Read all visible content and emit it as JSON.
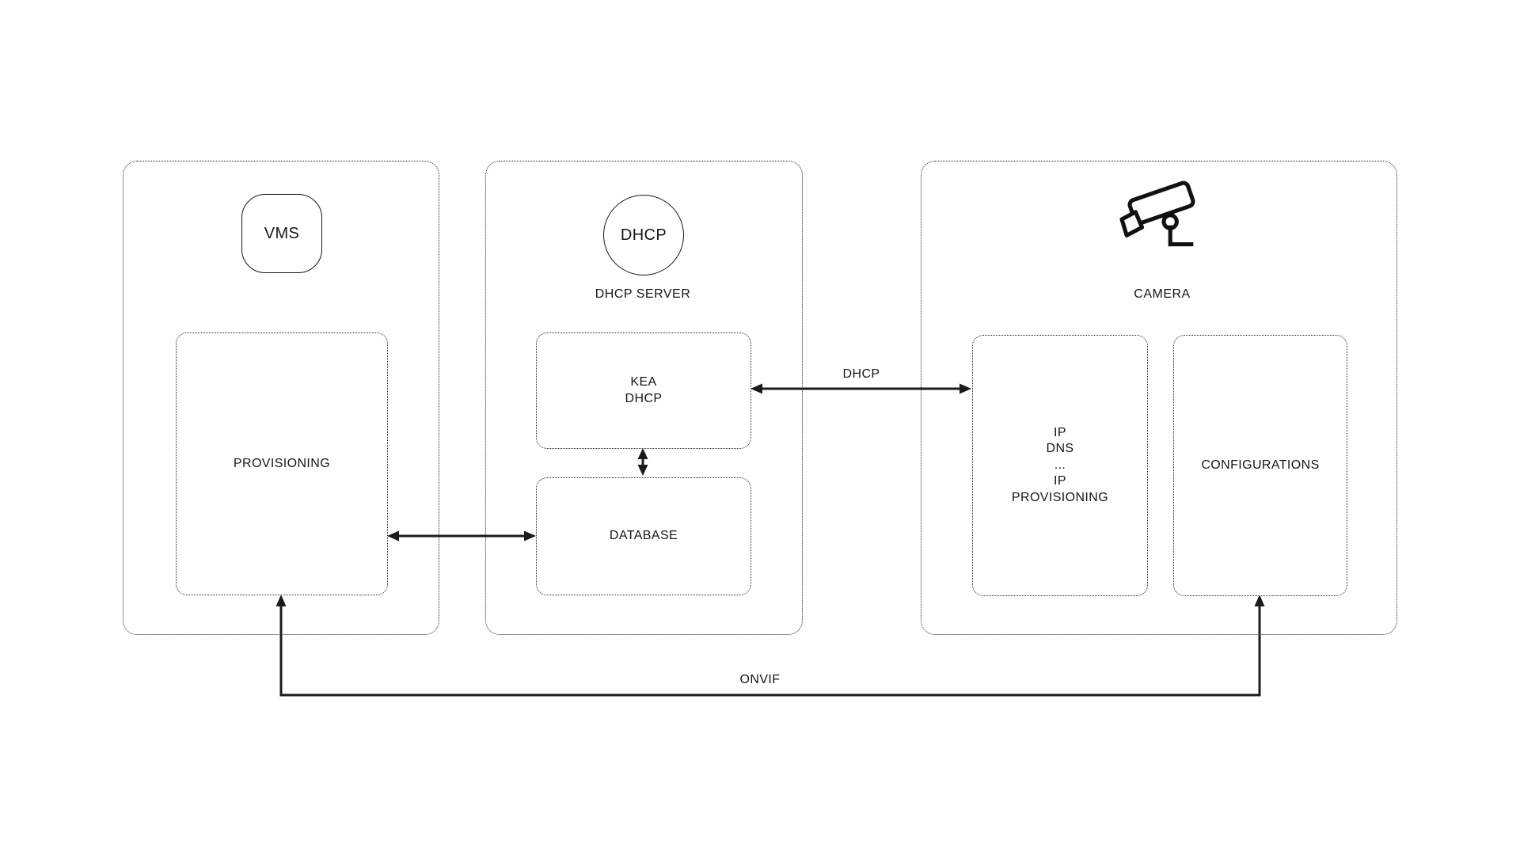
{
  "colors": {
    "line": "#1b1b1b",
    "text": "#161616",
    "background": "#ffffff",
    "border": "#222222"
  },
  "vms_section": {
    "badge": "VMS",
    "provisioning": "PROVISIONING"
  },
  "dhcp_section": {
    "badge": "DHCP",
    "caption": "DHCP SERVER",
    "kea_lines": [
      "KEA",
      "DHCP"
    ],
    "database": "DATABASE"
  },
  "camera_section": {
    "caption": "CAMERA",
    "icon": "cctv-camera-icon",
    "ip_lines": [
      "IP",
      "DNS",
      "...",
      "IP",
      "PROVISIONING"
    ],
    "configurations": "CONFIGURATIONS"
  },
  "connections": {
    "kea_to_camera_label": "DHCP",
    "vms_to_camera_label": "ONVIF"
  }
}
